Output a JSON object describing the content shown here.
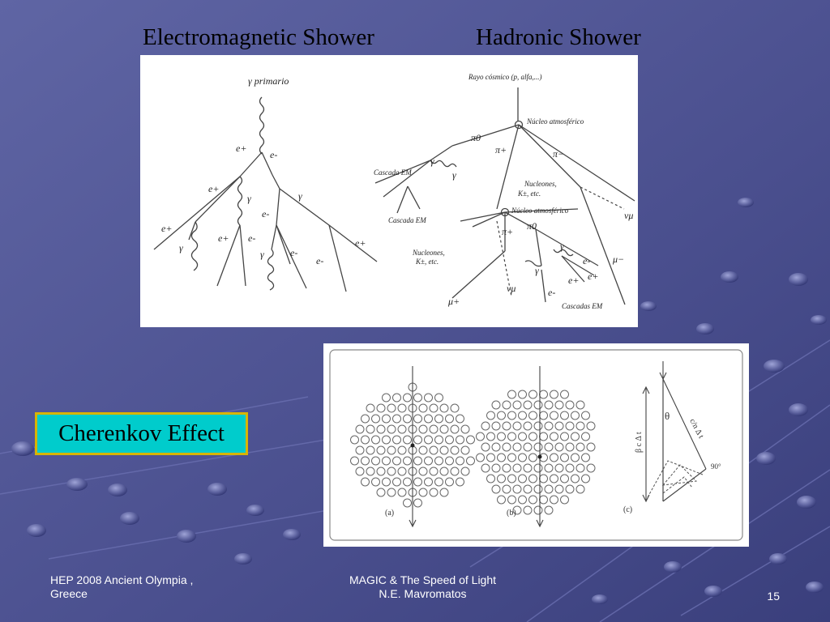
{
  "slide": {
    "title_em": "Electromagnetic Shower",
    "title_hadronic": "Hadronic Shower",
    "callout": "Cherenkov Effect",
    "footer_left_line1": "HEP 2008 Ancient Olympia ,",
    "footer_left_line2": "Greece",
    "footer_center_line1": "MAGIC & The Speed of Light",
    "footer_center_line2": "N.E. Mavromatos",
    "page_number": "15"
  },
  "em_diagram": {
    "primary": "γ primario",
    "labels": [
      "e+",
      "e-",
      "e+",
      "γ",
      "γ",
      "e-",
      "e+",
      "γ",
      "e+",
      "e-",
      "γ",
      "e-",
      "e+",
      "e-"
    ]
  },
  "hadronic_diagram": {
    "top_label": "Rayo cósmico (p, alfa,...)",
    "nucleus1": "Núcleo atmosférico",
    "nucleus2": "Núcleo atmosférico",
    "cascade_em1": "Cascada EM",
    "cascade_em2": "Cascada EM",
    "cascades_em": "Cascadas EM",
    "nucleons1": "Nucleones,",
    "kaons1": "K±, etc.",
    "nucleons2": "Nucleones,",
    "kaons2": "K±, etc.",
    "pi0_1": "π0",
    "pi_plus1": "π+",
    "pi_minus": "π−",
    "gamma1": "γ",
    "gamma2": "γ",
    "nu_mu1": "νμ",
    "pi_plus2": "π+",
    "pi0_2": "π0",
    "gamma3": "γ",
    "gamma4": "γ",
    "e_minus1": "e-",
    "e_plus1": "e+",
    "e_plus2": "e+",
    "e_minus2": "e-",
    "nu_mu2": "νμ",
    "mu_plus": "μ+",
    "mu_minus": "μ−"
  },
  "cherenkov_diagram": {
    "label_a": "(a)",
    "label_b": "(b)",
    "label_c": "(c)",
    "theta": "θ",
    "beta_c_dt": "β c Δ t",
    "c_over_n_dt": "c/n Δ t",
    "angle_90": "90°"
  }
}
